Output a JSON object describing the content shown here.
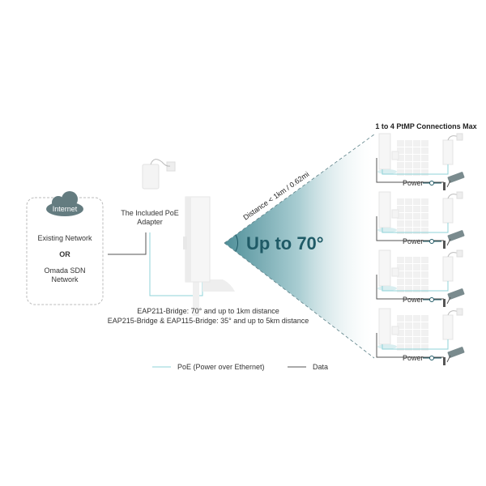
{
  "network": {
    "cloud_label": "Internet",
    "line1": "Existing Network",
    "line2": "OR",
    "line3a": "Omada SDN",
    "line3b": "Network"
  },
  "adapter": {
    "label_a": "The Included PoE",
    "label_b": "Adapter"
  },
  "coverage": {
    "distance": "Distance < 1km / 0.62mi",
    "angle": "Up to 70°",
    "note1": "EAP211-Bridge: 70° and up to 1km distance",
    "note2": "EAP215-Bridge & EAP115-Bridge: 35° and up to 5km distance"
  },
  "ptmp": {
    "title": "1 to 4 PtMP Connections Max",
    "clients": [
      {
        "power_label": "Power"
      },
      {
        "power_label": "Power"
      },
      {
        "power_label": "Power"
      },
      {
        "power_label": "Power"
      }
    ]
  },
  "legend": {
    "poe": "PoE (Power over Ethernet)",
    "data": "Data"
  },
  "colors": {
    "poe": "#8fd3d8",
    "data": "#555555",
    "accent": "#1f5a66",
    "cone": "#5f9aa3"
  }
}
